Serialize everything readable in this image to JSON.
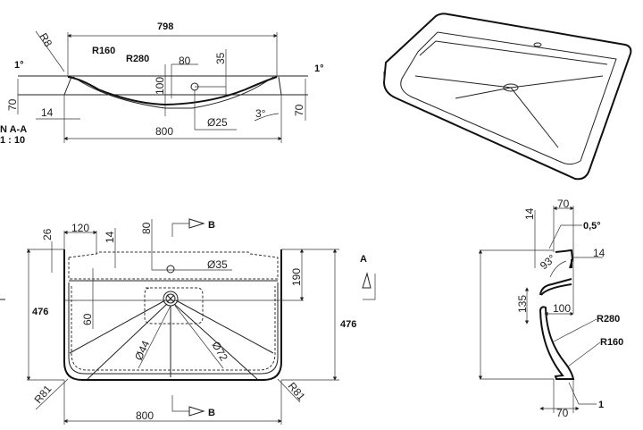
{
  "section_aa": {
    "title": "N A-A",
    "scale": "1 : 10",
    "dims": {
      "top_width": "798",
      "bottom_width": "800",
      "r_small": "R8",
      "r160": "R160",
      "r280": "R280",
      "offset_80": "80",
      "depth_35": "35",
      "depth_100": "100",
      "angle_left": "1°",
      "angle_right": "1°",
      "height_left": "70",
      "height_right": "70",
      "wall_14": "14",
      "hole_dia": "Ø25",
      "angle_3": "3°"
    }
  },
  "plan_view": {
    "section_marker": "B",
    "view_marker": "A",
    "dims": {
      "w_120": "120",
      "d_26": "26",
      "d_14": "14",
      "d_80": "80",
      "tap_hole": "Ø35",
      "d_190": "190",
      "depth_left": "476",
      "depth_right": "476",
      "d_60": "60",
      "drain_44": "Ø44",
      "drain_72": "Ø72",
      "radius_left": "R81",
      "radius_right": "R81",
      "width": "800"
    }
  },
  "side_view": {
    "dims": {
      "top_70": "70",
      "top_14": "14",
      "angle_05": "0,5°",
      "right_14": "14",
      "angle_93": "93°",
      "d_135": "135",
      "d_100": "100",
      "r280": "R280",
      "r160": "R160",
      "foot_1": "1",
      "bottom_70": "70"
    }
  }
}
